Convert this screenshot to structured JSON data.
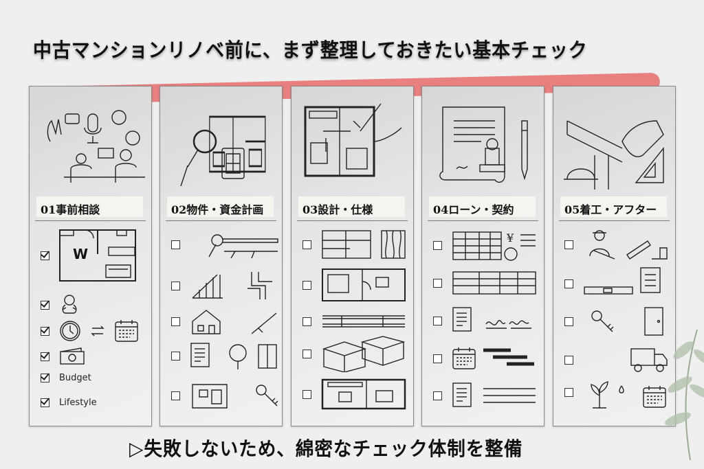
{
  "title": "中古マンションリノベ前に、まず整理しておきたい基本チェック",
  "accent": "#e88080",
  "columns": [
    {
      "label": "01事前相談",
      "items": [
        "floorplan-icon",
        "baby-icon",
        "clock-calendar-icon",
        "money-icon",
        "Budget",
        "Lifestyle"
      ]
    },
    {
      "label": "02物件・資金計画",
      "items": [
        "tape-measure-icon",
        "pipes-icon",
        "house-icon",
        "document-tree-window-icon",
        "blueprint-key-icon"
      ]
    },
    {
      "label": "03設計・仕様",
      "items": [
        "layout-wood-icon",
        "bedroom-plan-icon",
        "beam-icon",
        "boxes-icon",
        "room-plan-icon"
      ]
    },
    {
      "label": "04ローン・契約",
      "items": [
        "spreadsheet-yen-icon",
        "table-icon",
        "signature-icon",
        "gantt-icon",
        "document-lines-icon"
      ]
    },
    {
      "label": "05着工・アフター",
      "items": [
        "worker-icon",
        "clipboard-level-icon",
        "key-door-icon",
        "truck-icon",
        "plant-calendar-icon"
      ]
    }
  ],
  "col1": {
    "budget": "Budget",
    "lifestyle": "Lifestyle",
    "room_mark": "W"
  },
  "footer": "▷失敗しないため、綿密なチェック体制を整備"
}
